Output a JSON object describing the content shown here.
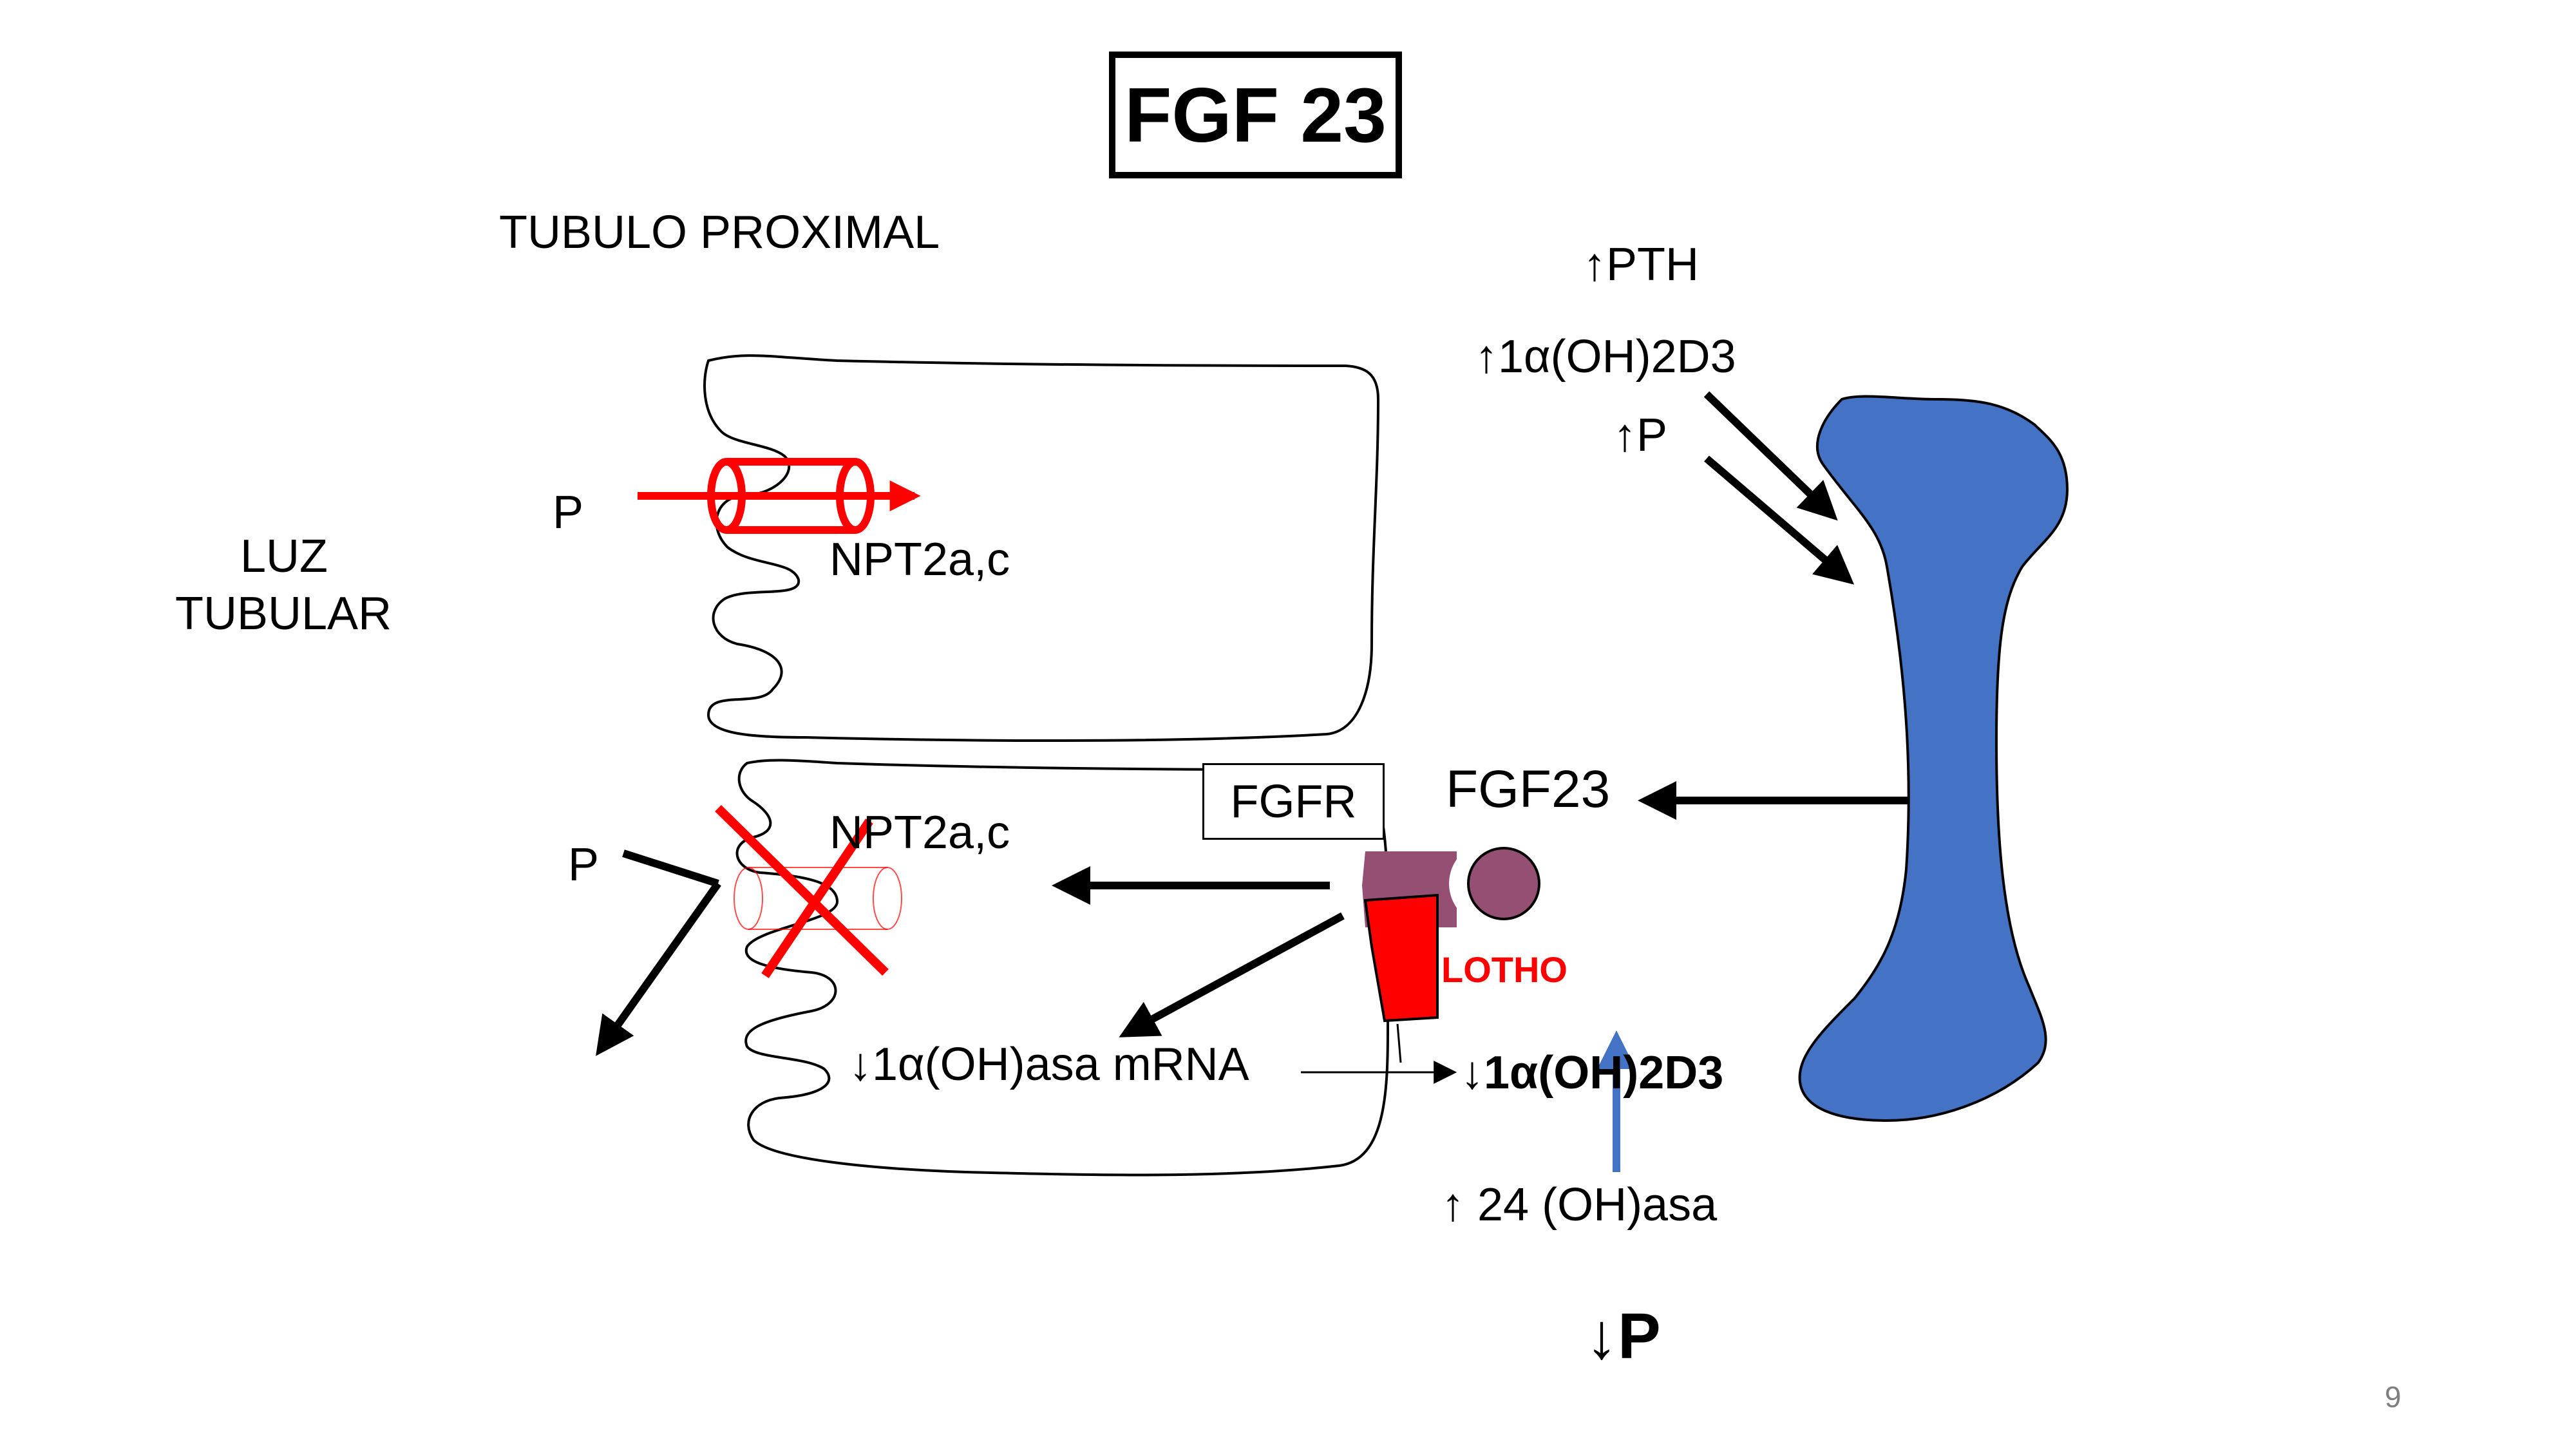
{
  "title": "FGF 23",
  "labels": {
    "tubulo_proximal": "TUBULO PROXIMAL",
    "luz_line1": "LUZ",
    "luz_line2": "TUBULAR",
    "p_top": "P",
    "npt_top": "NPT2a,c",
    "p_bottom": "P",
    "npt_bottom": "NPT2a,c",
    "fgfr": "FGFR",
    "fgf23": "FGF23",
    "klotho": "LOTHO",
    "hydroxylase_mrna": "↓1α(OH)asa mRNA",
    "vitd_down": "↓1α(OH)2D3",
    "hydroxylase_24": "↑ 24 (OH)asa",
    "p_down": "↓P",
    "pth_up": "↑PTH",
    "vitd_up": "↑1α(OH)2D3",
    "p_up": "↑P",
    "page_number": "9"
  },
  "colors": {
    "bone": "#4472C4",
    "transporter": "#FF0000",
    "klotho_receptor": "#954F72",
    "up_arrow": "#4472C4",
    "page_number": "#7F7F7F"
  },
  "icons": {
    "bone": "bone-shape",
    "transporter": "cylinder-transporter",
    "inhibition": "red-x-cross",
    "receptor": "fgfr-klotho-complex"
  }
}
